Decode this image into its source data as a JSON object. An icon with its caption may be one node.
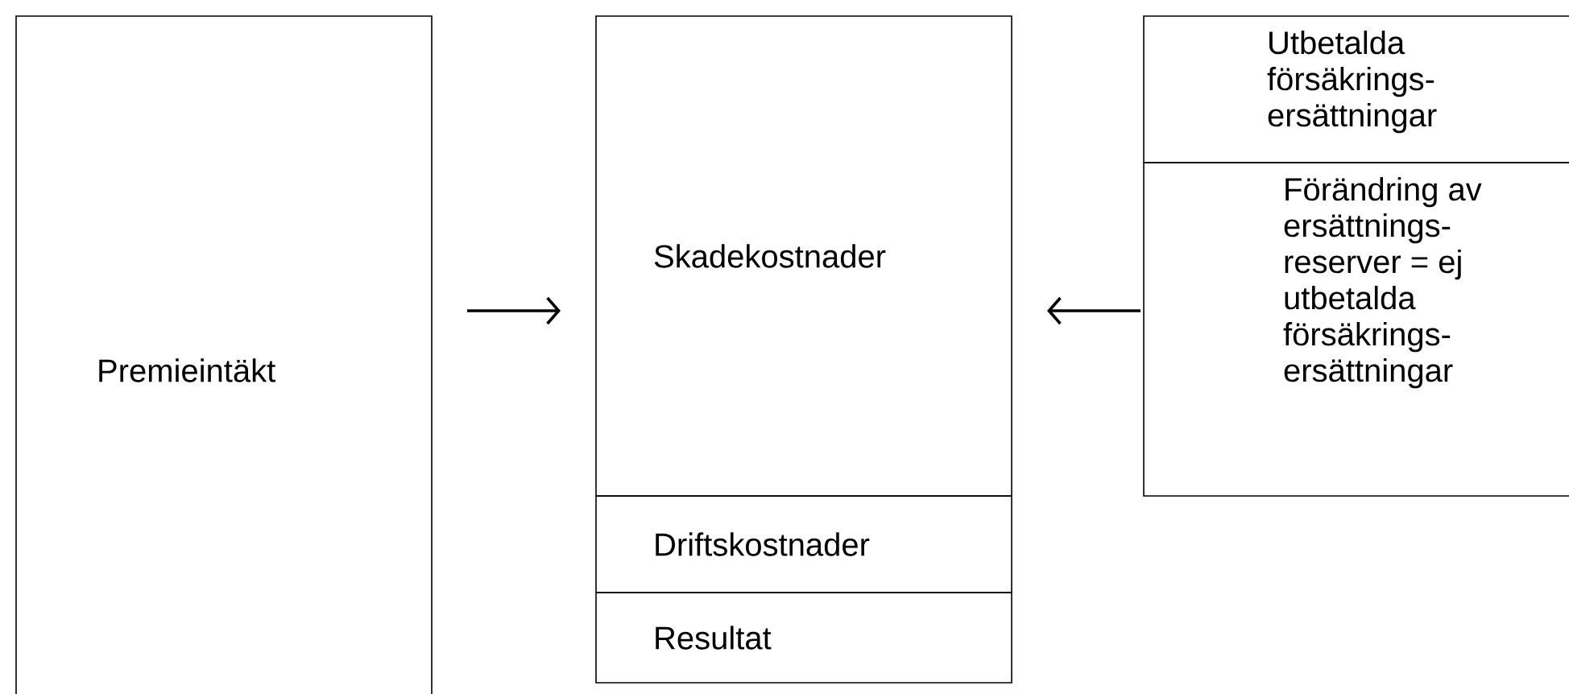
{
  "diagram": {
    "nodes": [
      {
        "text": [
          "Premieintäkt"
        ]
      },
      {
        "text": [
          "Skadekostnader"
        ]
      },
      {
        "text": [
          "Driftskostnader"
        ]
      },
      {
        "text": [
          "Resultat"
        ]
      },
      {
        "text": [
          "Utbetalda försäkrings- ersättningar"
        ]
      },
      {
        "text": [
          "Förändring av ersättnings- reserver = ej utbetalda försäkrings- ersättningar"
        ]
      }
    ],
    "edges": [
      {
        "from": 0,
        "to": 1,
        "arrow": "to"
      },
      {
        "from": 5,
        "to": 1,
        "arrow": "to"
      }
    ]
  }
}
